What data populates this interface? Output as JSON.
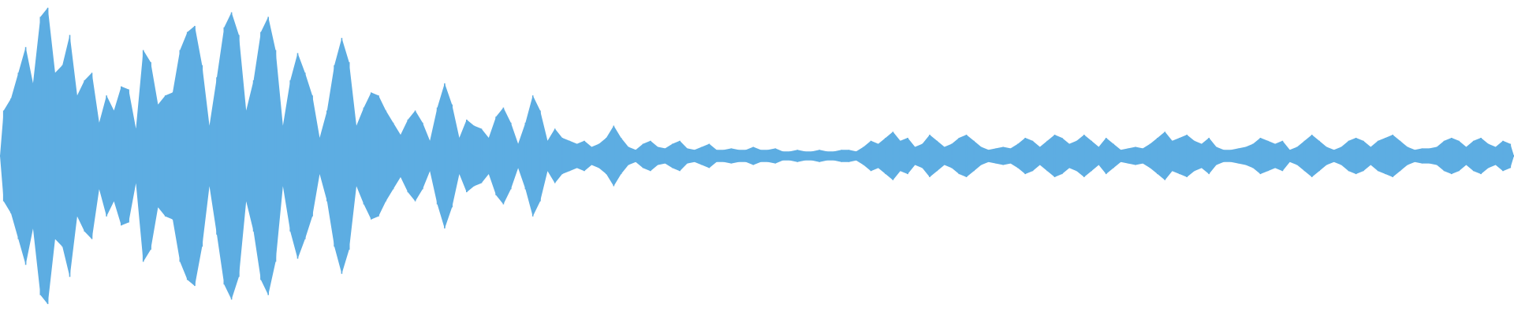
{
  "waveform": {
    "fill_color": "#5DADE2",
    "background_color": "#ffffff",
    "peaks": [
      0.3,
      0.38,
      0.55,
      0.72,
      0.48,
      0.92,
      0.98,
      0.55,
      0.6,
      0.8,
      0.4,
      0.5,
      0.55,
      0.22,
      0.4,
      0.3,
      0.46,
      0.44,
      0.18,
      0.7,
      0.62,
      0.34,
      0.4,
      0.42,
      0.7,
      0.82,
      0.86,
      0.6,
      0.2,
      0.52,
      0.85,
      0.95,
      0.8,
      0.3,
      0.5,
      0.82,
      0.92,
      0.7,
      0.2,
      0.5,
      0.68,
      0.55,
      0.4,
      0.12,
      0.3,
      0.6,
      0.78,
      0.62,
      0.2,
      0.32,
      0.42,
      0.4,
      0.3,
      0.22,
      0.14,
      0.24,
      0.3,
      0.22,
      0.1,
      0.32,
      0.48,
      0.34,
      0.12,
      0.24,
      0.2,
      0.18,
      0.12,
      0.26,
      0.32,
      0.22,
      0.08,
      0.22,
      0.4,
      0.3,
      0.1,
      0.18,
      0.12,
      0.1,
      0.08,
      0.1,
      0.06,
      0.08,
      0.12,
      0.2,
      0.12,
      0.06,
      0.04,
      0.08,
      0.1,
      0.06,
      0.05,
      0.08,
      0.1,
      0.05,
      0.04,
      0.06,
      0.08,
      0.04,
      0.04,
      0.05,
      0.04,
      0.04,
      0.06,
      0.04,
      0.04,
      0.05,
      0.03,
      0.03,
      0.04,
      0.03,
      0.03,
      0.04,
      0.03,
      0.03,
      0.04,
      0.04,
      0.03,
      0.06,
      0.1,
      0.08,
      0.12,
      0.16,
      0.1,
      0.12,
      0.06,
      0.08,
      0.14,
      0.1,
      0.06,
      0.08,
      0.12,
      0.14,
      0.1,
      0.06,
      0.04,
      0.05,
      0.06,
      0.05,
      0.08,
      0.12,
      0.1,
      0.06,
      0.1,
      0.14,
      0.12,
      0.08,
      0.1,
      0.14,
      0.1,
      0.06,
      0.12,
      0.08,
      0.04,
      0.05,
      0.06,
      0.05,
      0.08,
      0.12,
      0.16,
      0.1,
      0.12,
      0.14,
      0.1,
      0.08,
      0.12,
      0.06,
      0.04,
      0.04,
      0.05,
      0.06,
      0.08,
      0.12,
      0.1,
      0.08,
      0.1,
      0.04,
      0.06,
      0.1,
      0.14,
      0.1,
      0.06,
      0.04,
      0.06,
      0.1,
      0.12,
      0.1,
      0.06,
      0.1,
      0.12,
      0.14,
      0.1,
      0.06,
      0.04,
      0.05,
      0.05,
      0.06,
      0.1,
      0.12,
      0.1,
      0.06,
      0.1,
      0.12,
      0.08,
      0.06,
      0.1,
      0.08
    ]
  }
}
